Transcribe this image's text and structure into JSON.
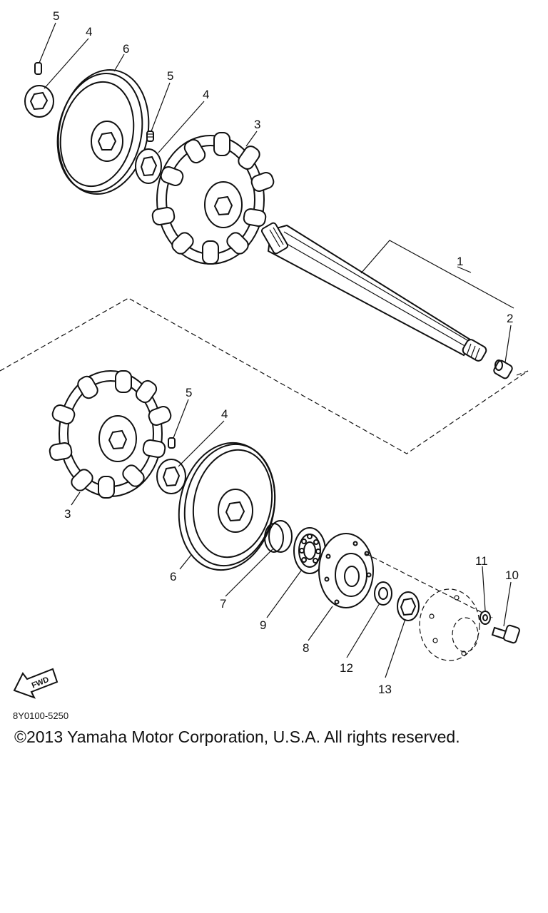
{
  "diagram": {
    "callouts": [
      {
        "id": "c1",
        "text": "1"
      },
      {
        "id": "c2",
        "text": "2"
      },
      {
        "id": "c3a",
        "text": "3"
      },
      {
        "id": "c3b",
        "text": "3"
      },
      {
        "id": "c4a",
        "text": "4"
      },
      {
        "id": "c4b",
        "text": "4"
      },
      {
        "id": "c4c",
        "text": "4"
      },
      {
        "id": "c5a",
        "text": "5"
      },
      {
        "id": "c5b",
        "text": "5"
      },
      {
        "id": "c5c",
        "text": "5"
      },
      {
        "id": "c6a",
        "text": "6"
      },
      {
        "id": "c6b",
        "text": "6"
      },
      {
        "id": "c7",
        "text": "7"
      },
      {
        "id": "c8",
        "text": "8"
      },
      {
        "id": "c9",
        "text": "9"
      },
      {
        "id": "c10",
        "text": "10"
      },
      {
        "id": "c11",
        "text": "11"
      },
      {
        "id": "c12",
        "text": "12"
      },
      {
        "id": "c13",
        "text": "13"
      }
    ],
    "fwd_label": "FWD",
    "part_number": "8Y0100-5250"
  },
  "footer": {
    "copyright": "©2013 Yamaha Motor Corporation, U.S.A. All rights reserved."
  }
}
